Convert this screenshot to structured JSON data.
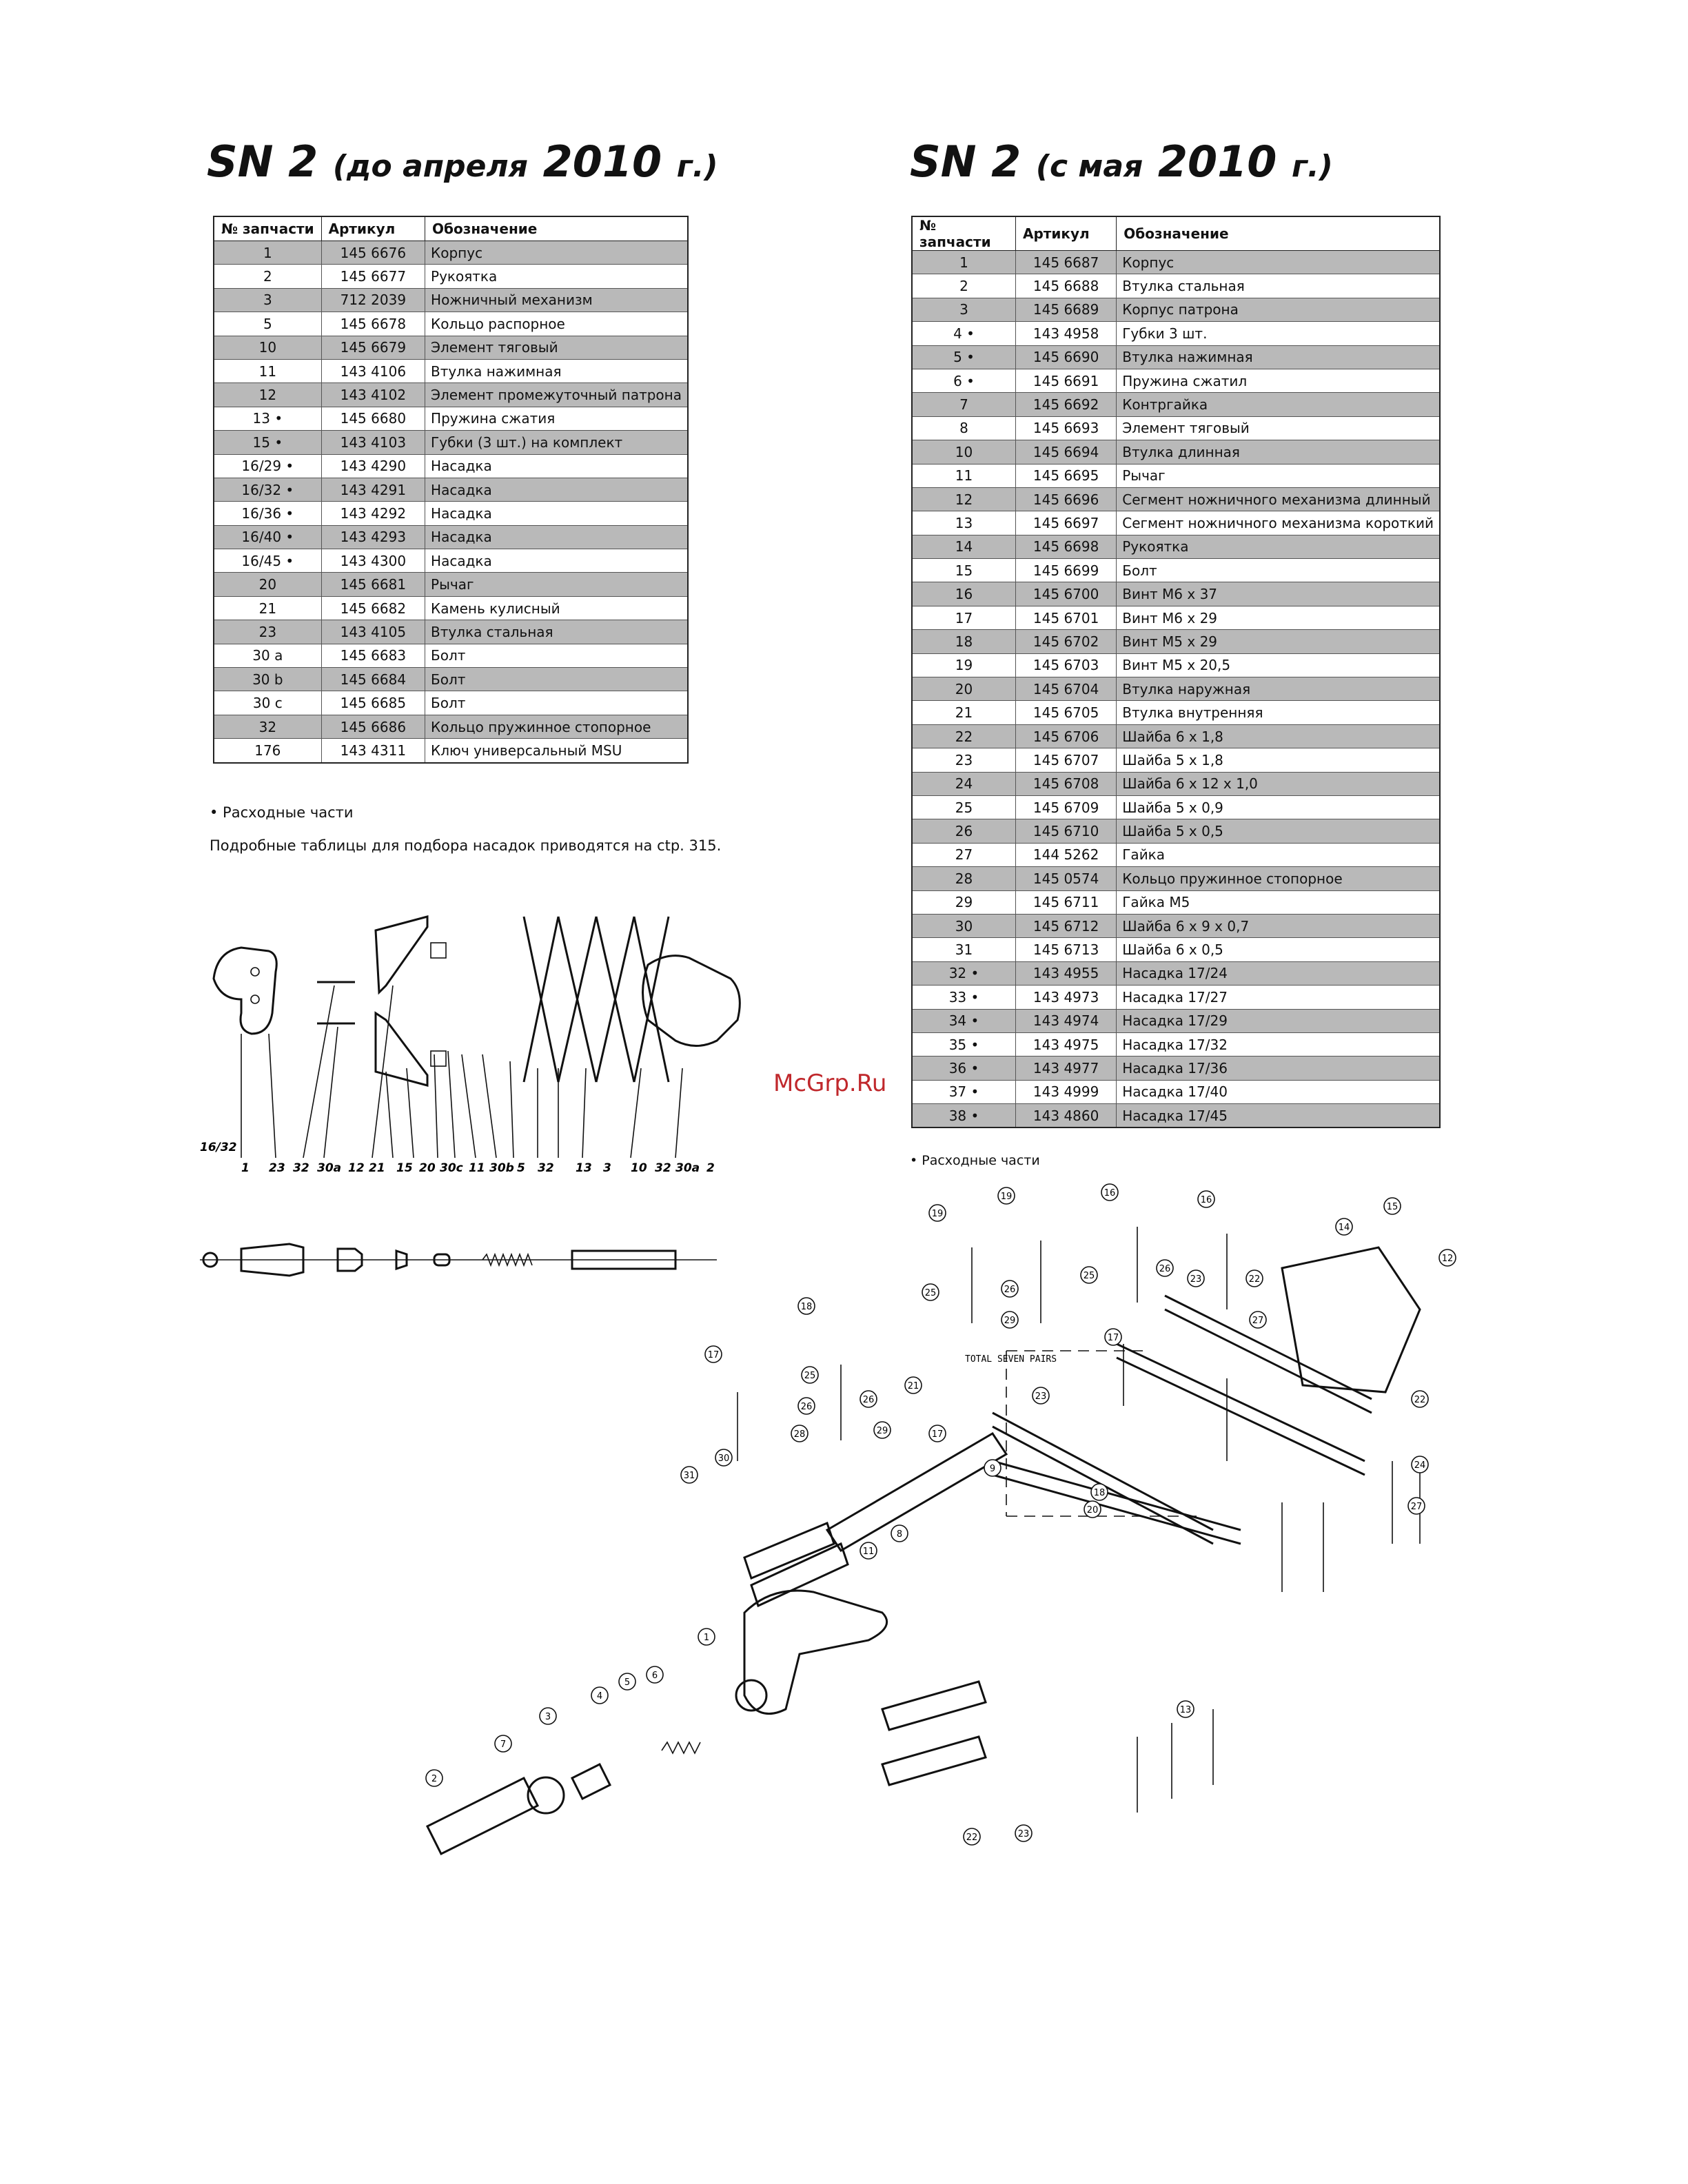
{
  "left": {
    "title_model": "SN 2",
    "title_paren_open": "(",
    "title_words": "до апреля",
    "title_year": "2010",
    "title_tail": "г.)",
    "headers": [
      "№ запчасти",
      "Артикул",
      "Обозначение"
    ],
    "rows": [
      [
        "1",
        "145 6676",
        "Корпус"
      ],
      [
        "2",
        "145 6677",
        "Рукоятка"
      ],
      [
        "3",
        "712 2039",
        "Ножничный механизм"
      ],
      [
        "5",
        "145 6678",
        "Кольцо распорное"
      ],
      [
        "10",
        "145 6679",
        "Элемент тяговый"
      ],
      [
        "11",
        "143 4106",
        "Втулка нажимная"
      ],
      [
        "12",
        "143 4102",
        "Элемент промежуточный патрона"
      ],
      [
        "13 •",
        "145 6680",
        "Пружина сжатия"
      ],
      [
        "15 •",
        "143 4103",
        "Губки (3 шт.) на комплект"
      ],
      [
        "16/29 •",
        "143 4290",
        "Насадка"
      ],
      [
        "16/32 •",
        "143 4291",
        "Насадка"
      ],
      [
        "16/36 •",
        "143 4292",
        "Насадка"
      ],
      [
        "16/40 •",
        "143 4293",
        "Насадка"
      ],
      [
        "16/45 •",
        "143 4300",
        "Насадка"
      ],
      [
        "20",
        "145 6681",
        "Рычаг"
      ],
      [
        "21",
        "145 6682",
        "Камень кулисный"
      ],
      [
        "23",
        "143 4105",
        "Втулка стальная"
      ],
      [
        "30 a",
        "145 6683",
        "Болт"
      ],
      [
        "30 b",
        "145 6684",
        "Болт"
      ],
      [
        "30 c",
        "145 6685",
        "Болт"
      ],
      [
        "32",
        "145 6686",
        "Кольцо пружинное стопорное"
      ],
      [
        "176",
        "143 4311",
        "Ключ универсальный MSU"
      ]
    ],
    "note_consumables": "• Расходные части",
    "note_tables": "Подробные таблицы для подбора насадок приводятся на ctp. 315."
  },
  "right": {
    "title_model": "SN 2",
    "title_paren_open": "(",
    "title_words": "с мая",
    "title_year": "2010",
    "title_tail": "г.)",
    "headers": [
      "№ запчасти",
      "Артикул",
      "Обозначение"
    ],
    "rows": [
      [
        "1",
        "145 6687",
        "Корпус"
      ],
      [
        "2",
        "145 6688",
        "Втулка стальная"
      ],
      [
        "3",
        "145 6689",
        "Корпус патрона"
      ],
      [
        "4 •",
        "143 4958",
        "Губки 3 шт."
      ],
      [
        "5 •",
        "145 6690",
        "Втулка нажимная"
      ],
      [
        "6 •",
        "145 6691",
        "Пружина сжатил"
      ],
      [
        "7",
        "145 6692",
        "Контргайка"
      ],
      [
        "8",
        "145 6693",
        "Элемент тяговый"
      ],
      [
        "10",
        "145 6694",
        "Втулка длинная"
      ],
      [
        "11",
        "145 6695",
        "Рычаг"
      ],
      [
        "12",
        "145 6696",
        "Сегмент ножничного механизма длинный"
      ],
      [
        "13",
        "145 6697",
        "Сегмент ножничного механизма короткий"
      ],
      [
        "14",
        "145 6698",
        "Рукоятка"
      ],
      [
        "15",
        "145 6699",
        "Болт"
      ],
      [
        "16",
        "145 6700",
        "Винт M6 x 37"
      ],
      [
        "17",
        "145 6701",
        "Винт M6 x 29"
      ],
      [
        "18",
        "145 6702",
        "Винт M5 x 29"
      ],
      [
        "19",
        "145 6703",
        "Винт M5 x 20,5"
      ],
      [
        "20",
        "145 6704",
        "Втулка наружная"
      ],
      [
        "21",
        "145 6705",
        "Втулка внутренняя"
      ],
      [
        "22",
        "145 6706",
        "Шайба 6 x 1,8"
      ],
      [
        "23",
        "145 6707",
        "Шайба 5 x 1,8"
      ],
      [
        "24",
        "145 6708",
        "Шайба 6 x 12 x 1,0"
      ],
      [
        "25",
        "145 6709",
        "Шайба 5 x 0,9"
      ],
      [
        "26",
        "145 6710",
        "Шайба 5 x 0,5"
      ],
      [
        "27",
        "144 5262",
        "Гайка"
      ],
      [
        "28",
        "145 0574",
        "Кольцо пружинное стопорное"
      ],
      [
        "29",
        "145 6711",
        "Гайка M5"
      ],
      [
        "30",
        "145 6712",
        "Шайба 6 x 9 x 0,7"
      ],
      [
        "31",
        "145 6713",
        "Шайба 6 x 0,5"
      ],
      [
        "32 •",
        "143 4955",
        "Насадка 17/24"
      ],
      [
        "33 •",
        "143 4973",
        "Насадка 17/27"
      ],
      [
        "34 •",
        "143 4974",
        "Насадка 17/29"
      ],
      [
        "35 •",
        "143 4975",
        "Насадка 17/32"
      ],
      [
        "36 •",
        "143 4977",
        "Насадка 17/36"
      ],
      [
        "37 •",
        "143 4999",
        "Насадка 17/40"
      ],
      [
        "38 •",
        "143 4860",
        "Насадка 17/45"
      ]
    ],
    "note_consumables": "• Расходные части"
  },
  "watermark": "McGrp.Ru",
  "diagram_left": {
    "labels": [
      "16/32",
      "1",
      "23",
      "32",
      "30a",
      "12",
      "21",
      "15",
      "20",
      "30c",
      "11",
      "30b",
      "5",
      "32",
      "13",
      "3",
      "10",
      "32",
      "30a",
      "2"
    ]
  },
  "diagram_right": {
    "text_total": "TOTAL SEVEN PAIRS",
    "callouts": [
      "19",
      "19",
      "16",
      "16",
      "25",
      "26",
      "29",
      "25",
      "26",
      "15",
      "22",
      "23",
      "27",
      "14",
      "12",
      "18",
      "17",
      "25",
      "26",
      "28",
      "29",
      "21",
      "17",
      "23",
      "17",
      "9",
      "30",
      "31",
      "26",
      "22",
      "24",
      "27",
      "18",
      "20",
      "11",
      "8",
      "1",
      "6",
      "5",
      "4",
      "3",
      "7",
      "2",
      "22",
      "23",
      "13"
    ]
  }
}
